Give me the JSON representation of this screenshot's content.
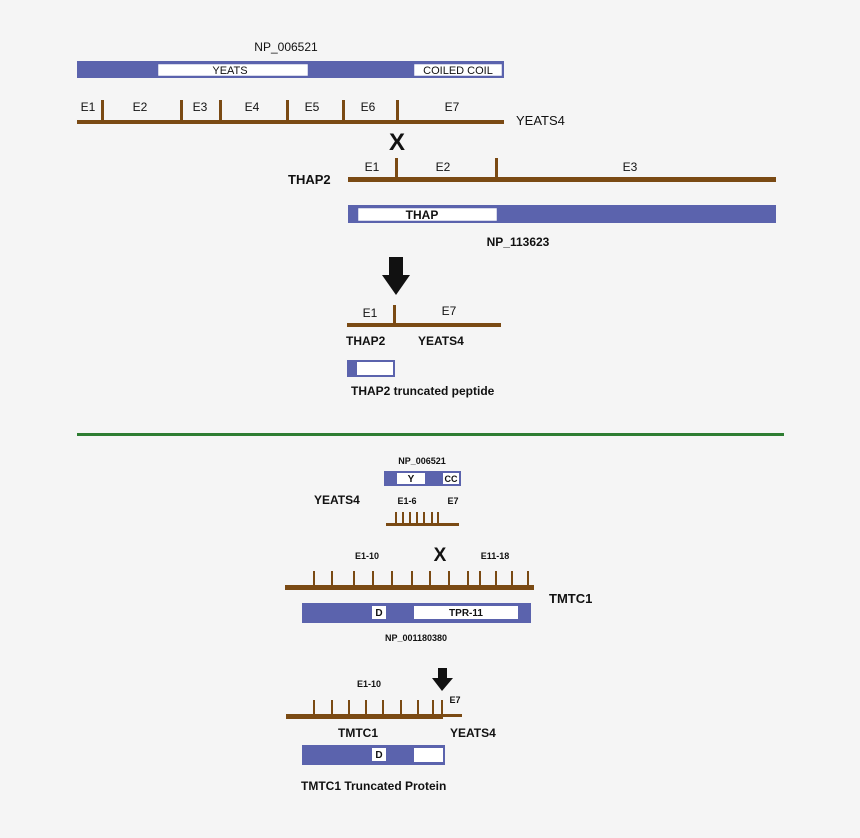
{
  "colors": {
    "background": "#f5f5f5",
    "protein": "#5b63ad",
    "domain_fill": "#ffffff",
    "gene": "#7a4a14",
    "divider": "#2e7d32",
    "text": "#111111"
  },
  "top": {
    "yeats4_protein_id": "NP_006521",
    "yeats_domain": "YEATS",
    "coiled_coil_domain": "COILED COIL",
    "yeats4_exons": [
      "E1",
      "E2",
      "E3",
      "E4",
      "E5",
      "E6",
      "E7"
    ],
    "yeats4_gene": "YEATS4",
    "fusion_mark": "X",
    "thap2_gene": "THAP2",
    "thap2_exons": [
      "E1",
      "E2",
      "E3"
    ],
    "thap_domain": "THAP",
    "thap2_protein_id": "NP_113623",
    "fusion_exon_left": "E1",
    "fusion_exon_right": "E7",
    "fusion_left_gene": "THAP2",
    "fusion_right_gene": "YEATS4",
    "truncated_label": "THAP2 truncated peptide"
  },
  "bottom": {
    "yeats4_protein_id": "NP_006521",
    "y_domain": "Y",
    "cc_domain": "CC",
    "yeats4_gene": "YEATS4",
    "yeats4_exons_left": "E1-6",
    "yeats4_exons_right": "E7",
    "tmtc1_exons_left": "E1-10",
    "fusion_mark": "X",
    "tmtc1_exons_right": "E11-18",
    "tmtc1_gene": "TMTC1",
    "d_domain": "D",
    "tpr_domain": "TPR-11",
    "tmtc1_protein_id": "NP_001180380",
    "fusion_exons_left": "E1-10",
    "fusion_exon_right": "E7",
    "fusion_left_gene": "TMTC1",
    "fusion_right_gene": "YEATS4",
    "truncated_d_domain": "D",
    "truncated_label": "TMTC1 Truncated Protein"
  }
}
